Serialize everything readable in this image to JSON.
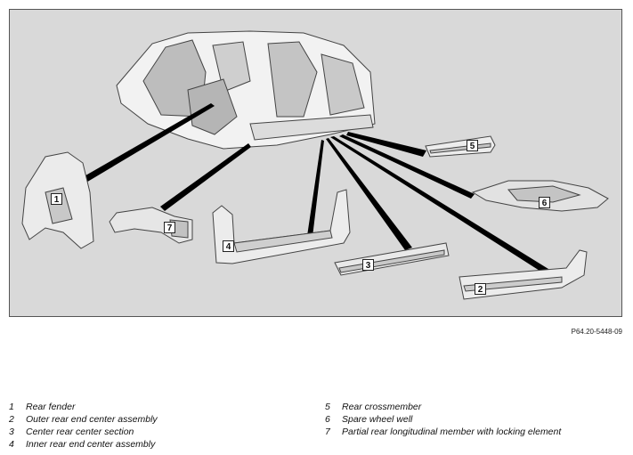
{
  "figure": {
    "reference_code": "P64.20-5448-09",
    "callouts": [
      "1",
      "2",
      "3",
      "4",
      "5",
      "6",
      "7"
    ]
  },
  "legend": [
    {
      "num": "1",
      "label": "Rear fender"
    },
    {
      "num": "2",
      "label": "Outer rear end center assembly"
    },
    {
      "num": "3",
      "label": "Center rear center section"
    },
    {
      "num": "4",
      "label": "Inner rear end center assembly"
    },
    {
      "num": "5",
      "label": "Rear crossmember"
    },
    {
      "num": "6",
      "label": "Spare wheel well"
    },
    {
      "num": "7",
      "label": "Partial rear longitudinal member with locking element"
    }
  ]
}
